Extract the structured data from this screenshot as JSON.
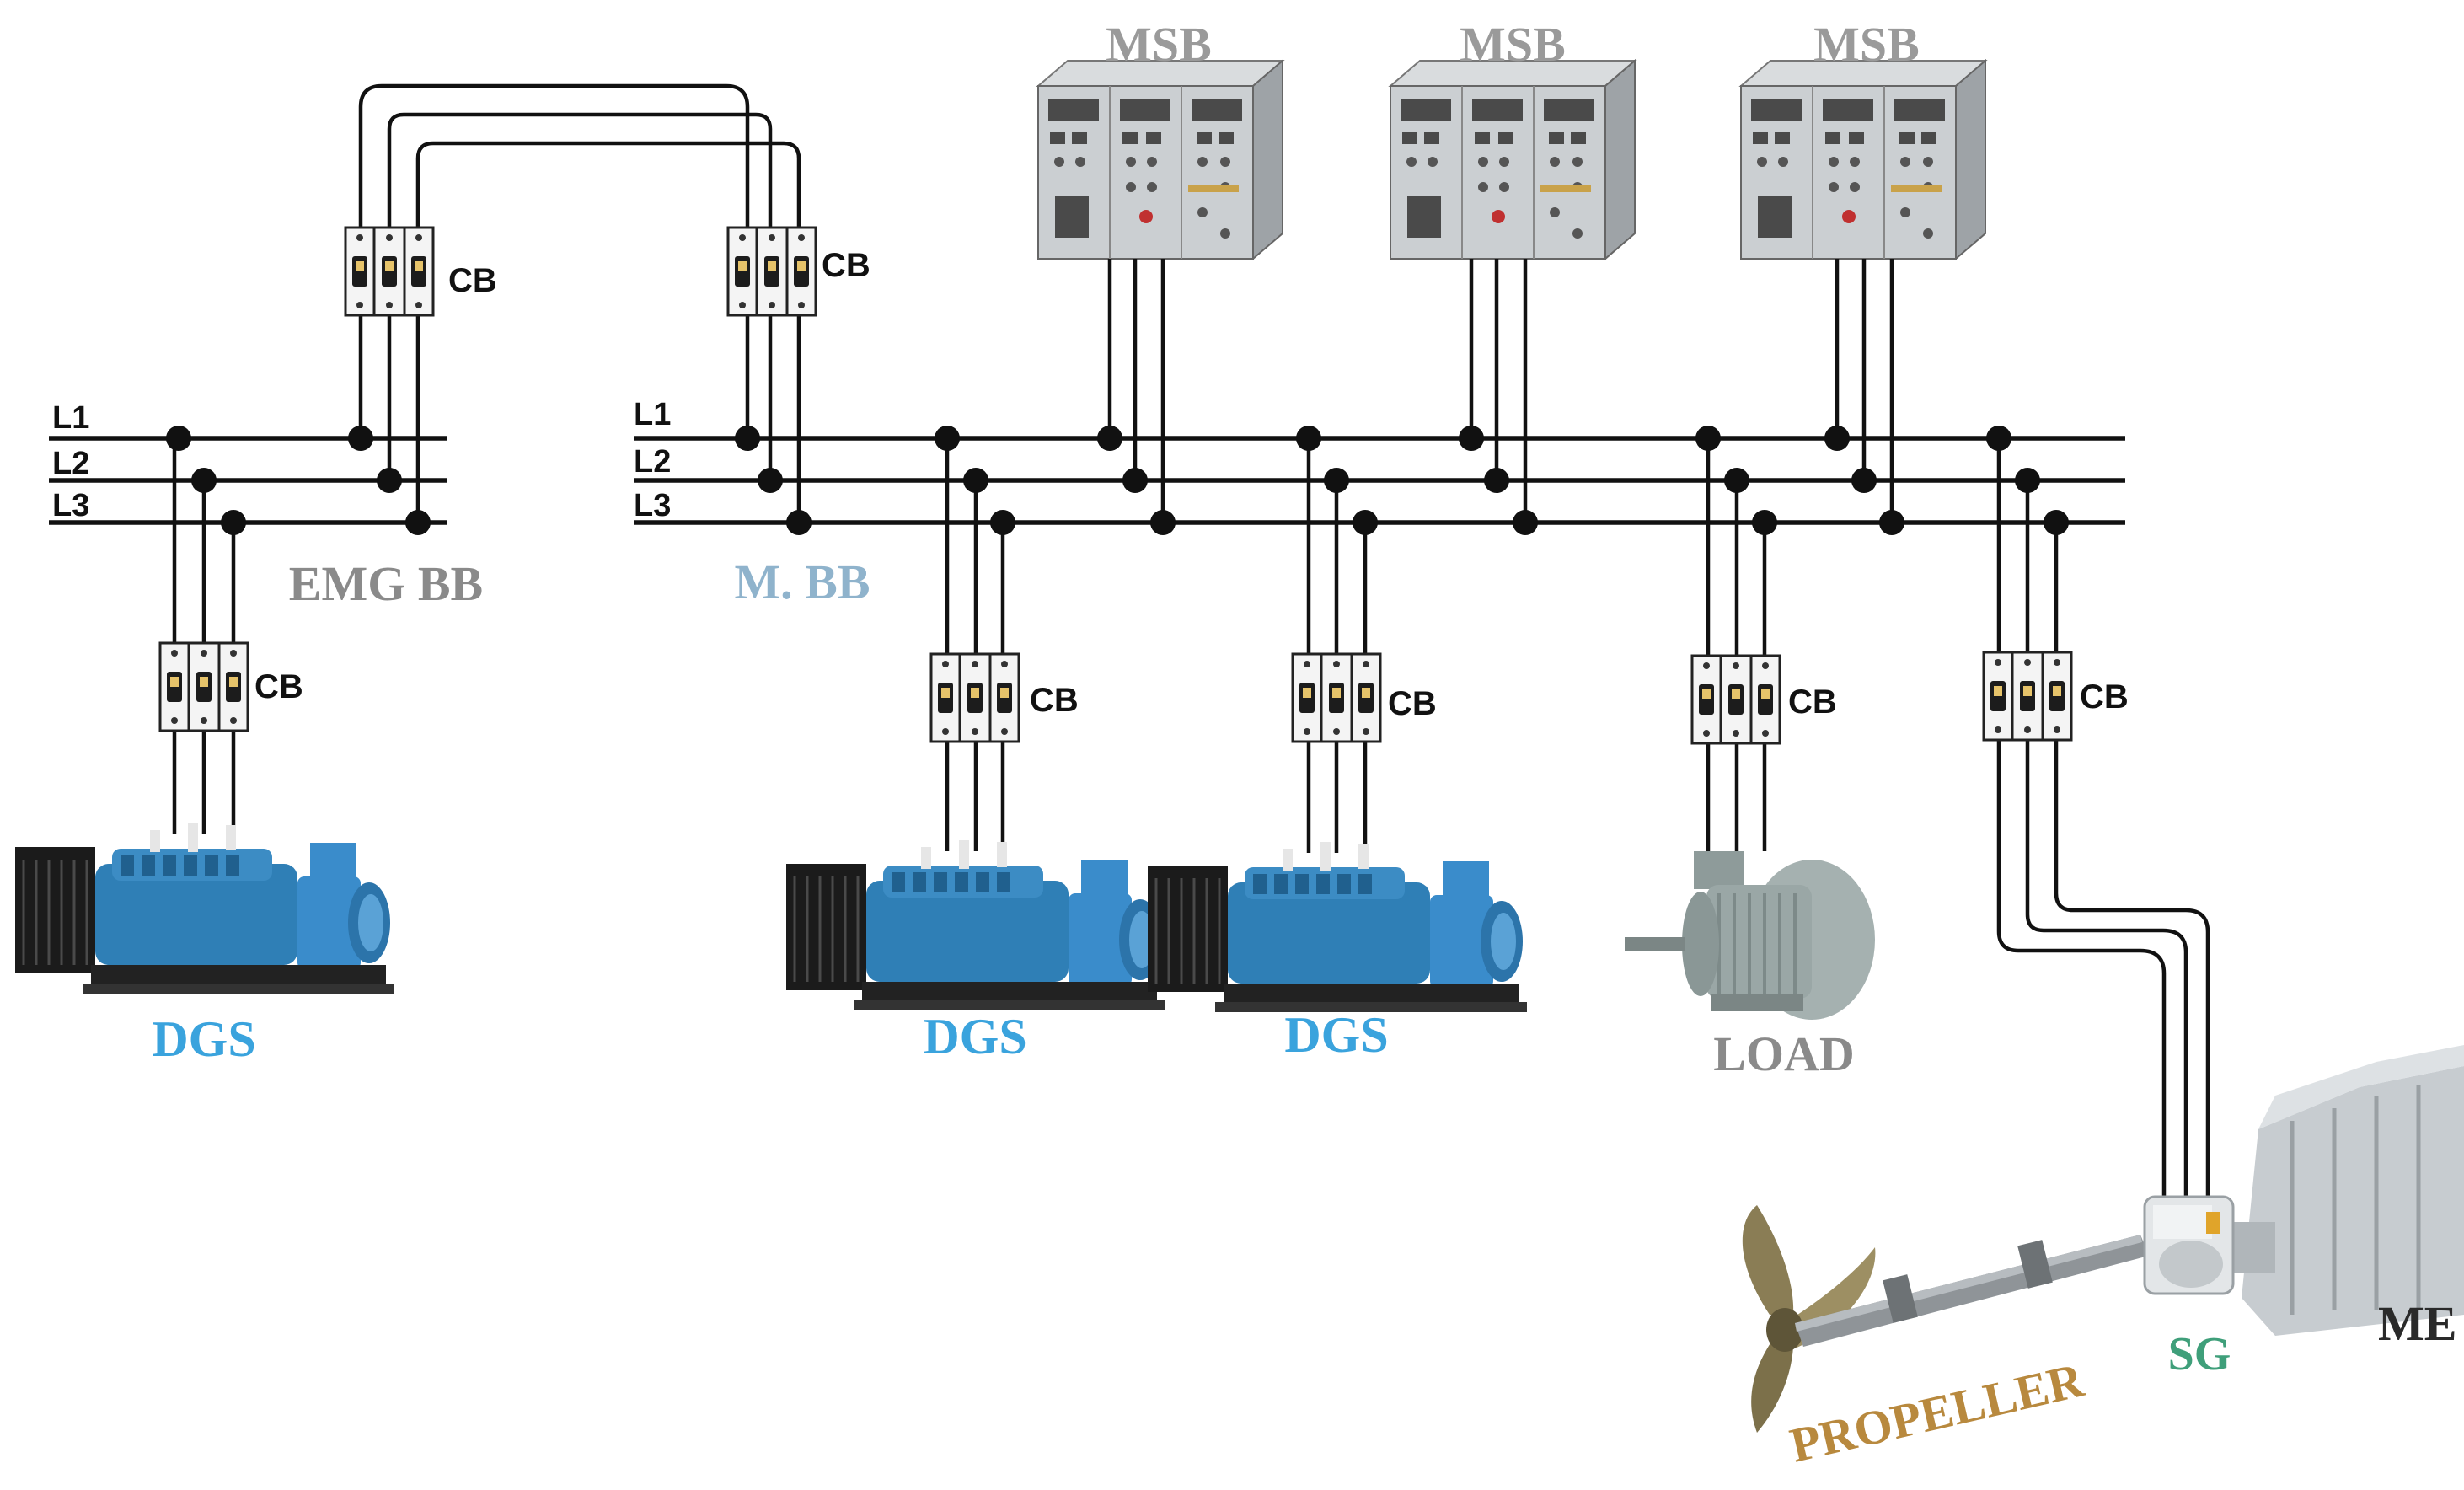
{
  "labels": {
    "msb": "MSB",
    "cb": "CB",
    "l1": "L1",
    "l2": "L2",
    "l3": "L3",
    "emg_bb": "EMG BB",
    "main_bb": "M. BB",
    "dgs": "DGS",
    "load": "LOAD",
    "sg": "SG",
    "propeller": "PROPELLER",
    "me": "ME"
  },
  "colors": {
    "msb_label": "#9a9a9a",
    "emg_bb_label": "#8a8a8a",
    "main_bb_label": "#8fb3cc",
    "dgs_label": "#3aa3dd",
    "load_label": "#8a8a8a",
    "sg_label": "#3f9f7a",
    "propeller_label": "#b8893e",
    "me_label": "#2a2a2a",
    "wire": "#111111",
    "generator_body": "#2f7fb6",
    "panel_body": "#c9cdd0"
  },
  "icons": {
    "generator": "diesel-generator-icon",
    "switchboard": "switchboard-cabinet-icon",
    "breaker": "three-pole-breaker-icon",
    "motor": "electric-motor-icon",
    "propeller": "propeller-icon",
    "shaft_generator": "shaft-generator-icon",
    "main_engine": "main-engine-icon"
  }
}
